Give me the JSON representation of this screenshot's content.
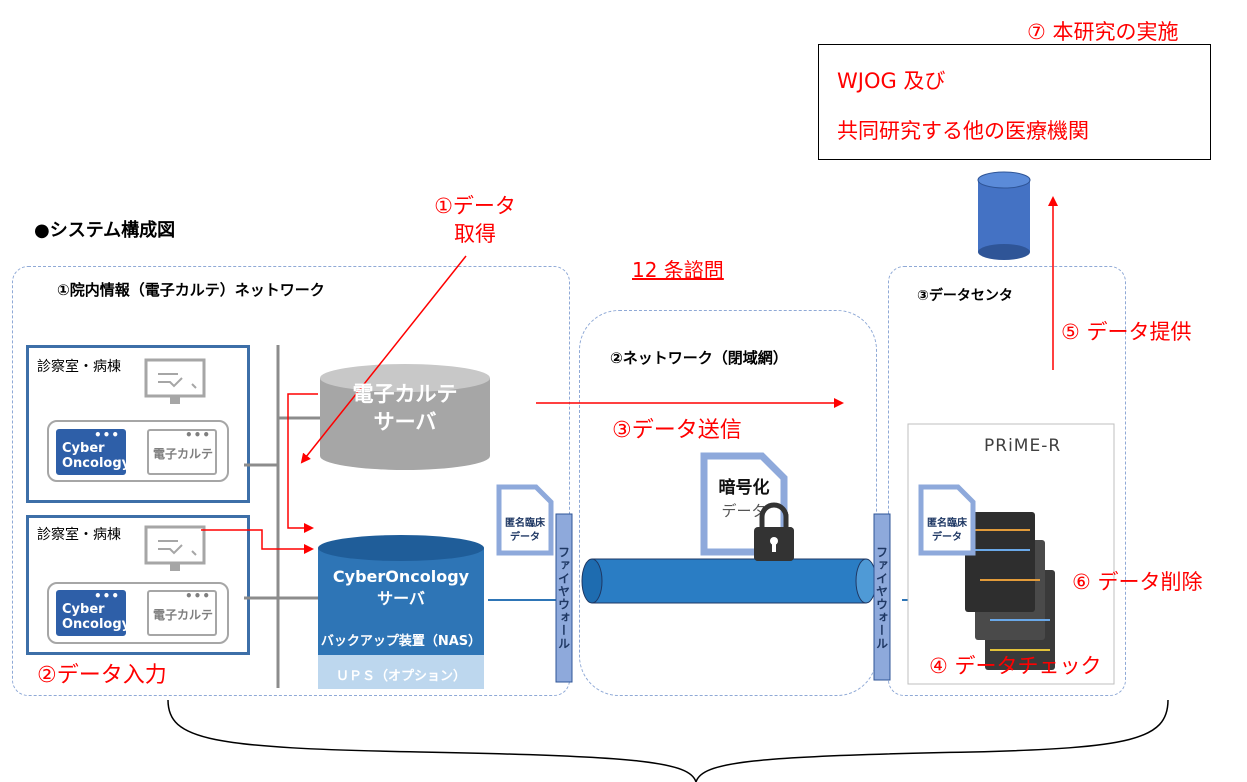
{
  "header": {
    "step7": "⑦ 本研究の実施"
  },
  "wjog_box": {
    "line1": "WJOG 及び",
    "line2": "共同研究する他の医療機関"
  },
  "diagram_title": "●システム構成図",
  "step1": {
    "line1": "①データ",
    "line2": "取得"
  },
  "article12": "12 条諮問",
  "zone1": {
    "title": "①院内情報（電子カルテ）ネットワーク"
  },
  "zone2": {
    "title": "②ネットワーク（閉域網）"
  },
  "zone3": {
    "title": "③データセンタ"
  },
  "room1": {
    "title": "診察室・病棟",
    "app1_line1": "Cyber",
    "app1_line2": "Oncology",
    "app2": "電子カルテ"
  },
  "room2": {
    "title": "診察室・病棟",
    "app1_line1": "Cyber",
    "app1_line2": "Oncology",
    "app2": "電子カルテ"
  },
  "emr_server": {
    "line1": "電子カルテ",
    "line2": "サーバ"
  },
  "co_server": {
    "line1": "CyberOncology",
    "line2": "サーバ",
    "backup": "バックアップ装置（NAS）",
    "ups": "ＵＰＳ（オプション）"
  },
  "step2": "②データ入力",
  "step3": "③データ送信",
  "firewall_label": "ファイヤウォール",
  "anon_doc": {
    "line1": "匿名臨床",
    "line2": "データ"
  },
  "encrypted_doc": {
    "line1": "暗号化",
    "line2": "データ"
  },
  "prime_r": {
    "title": "PRiME-R"
  },
  "step4": "④ データチェック",
  "step5": "⑤ データ提供",
  "step6": "⑥ データ削除",
  "colors": {
    "accent_red": "#ff0000",
    "zone_border": "#8fa9d6",
    "room_border": "#3d6fa8",
    "server_blue": "#2e75b6",
    "cylinder_blue": "#4472c4"
  }
}
